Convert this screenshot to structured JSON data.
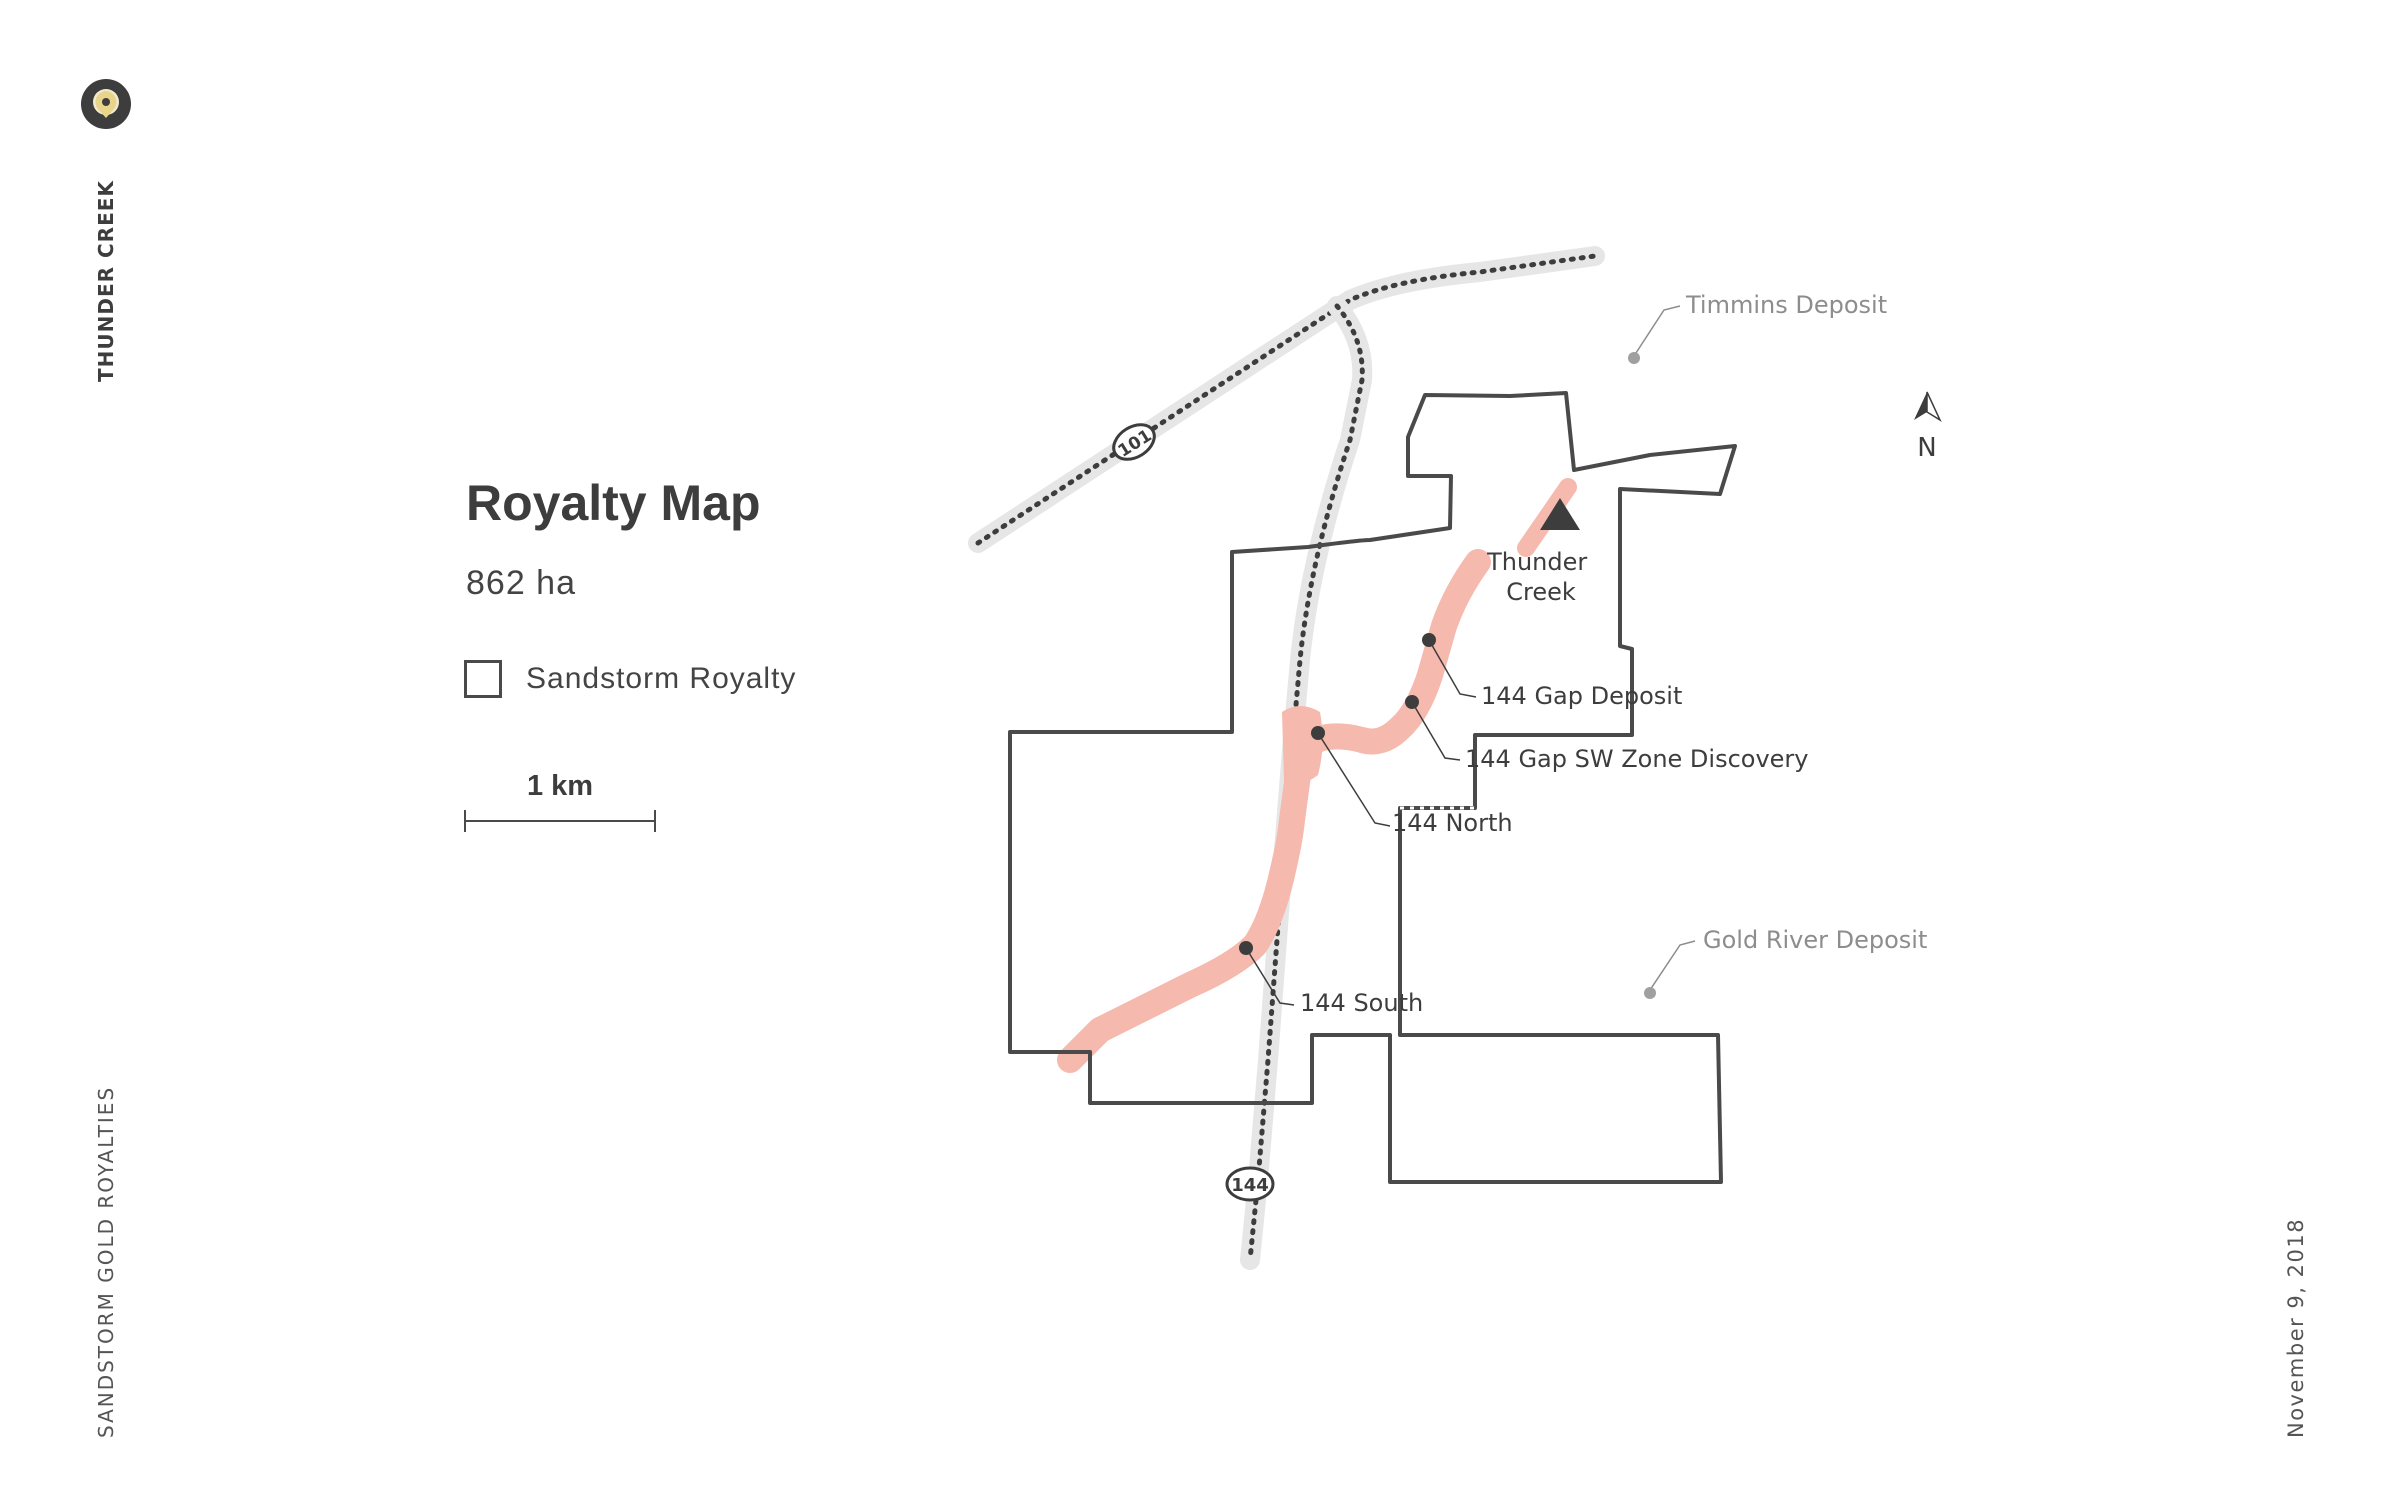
{
  "brand": "THUNDER CREEK",
  "company": "SANDSTORM GOLD ROYALTIES",
  "date": "November 9, 2018",
  "map_title": "Royalty Map",
  "area": "862 ha",
  "legend": {
    "label": "Sandstorm Royalty"
  },
  "scale": {
    "label": "1 km"
  },
  "north": "N",
  "highways": {
    "hwy101": "101",
    "hwy144": "144"
  },
  "places": {
    "thunder_creek": [
      "Thunder",
      "Creek"
    ],
    "gap_deposit": "144 Gap Deposit",
    "gap_sw": "144 Gap SW Zone Discovery",
    "north": "144 North",
    "south": "144 South",
    "timmins": "Timmins Deposit",
    "gold_river": "Gold River Deposit"
  },
  "colors": {
    "boundary": "#4a4a4a",
    "zone": "#f6b9ad",
    "road_bg": "#e6e6e6",
    "deposit_grey": "#8d8d8d",
    "logo_gold": "#e8d48a"
  },
  "icons": [
    "location-pin-icon",
    "north-arrow-icon",
    "mountain-peak-icon"
  ]
}
